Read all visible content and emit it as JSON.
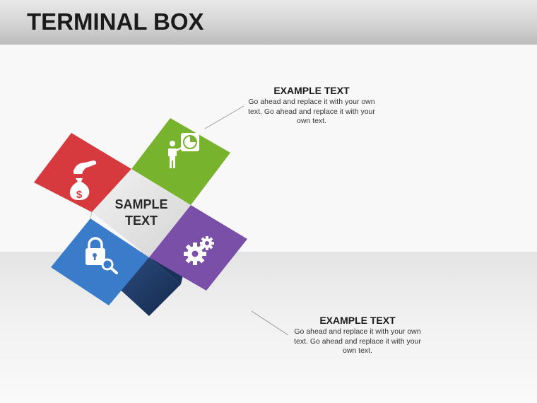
{
  "header": {
    "title": "TERMINAL BOX"
  },
  "center": {
    "line1": "SAMPLE",
    "line2": "TEXT"
  },
  "blocks": [
    {
      "title": "EXAMPLE TEXT",
      "body": "Go ahead and replace it with your own text. Go ahead and replace it with your own text."
    },
    {
      "title": "EXAMPLE TEXT",
      "body": "Go ahead and replace it with your own text. Go ahead and replace it with your own text."
    }
  ],
  "panels": [
    {
      "name": "money",
      "color": "#d63a3f",
      "icon": "money-bag-icon"
    },
    {
      "name": "presentation",
      "color": "#78b32e",
      "icon": "presenter-icon"
    },
    {
      "name": "security",
      "color": "#3a7cc9",
      "icon": "lock-search-icon"
    },
    {
      "name": "settings",
      "color": "#7a4fa8",
      "icon": "gears-icon"
    }
  ],
  "colors": {
    "box_side": "#1e3a66",
    "box_top": "#e3e3e3"
  }
}
